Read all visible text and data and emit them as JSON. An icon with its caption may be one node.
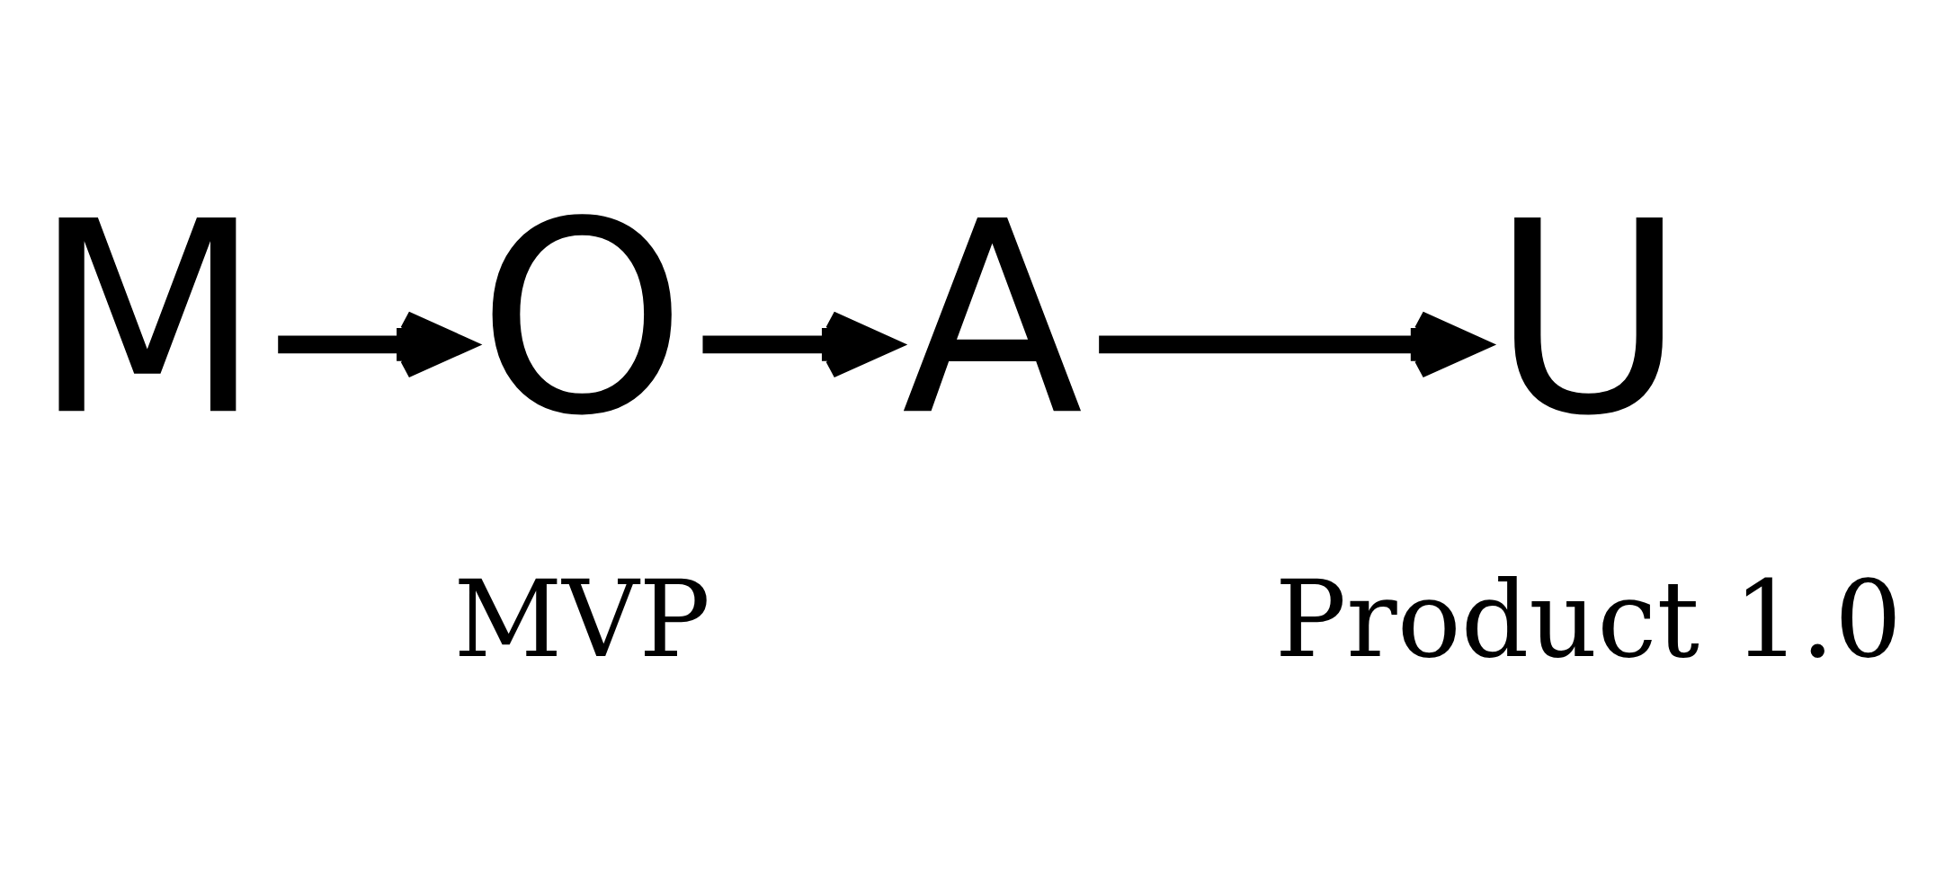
{
  "diagram": {
    "nodes": [
      {
        "text": [
          "M"
        ]
      },
      {
        "text": [
          "O"
        ]
      },
      {
        "text": [
          "A"
        ]
      },
      {
        "text": [
          "U"
        ]
      }
    ],
    "edges": [
      {
        "from": 0,
        "to": 1,
        "arrow": "to"
      },
      {
        "from": 1,
        "to": 2,
        "arrow": "to"
      },
      {
        "from": 2,
        "to": 3,
        "arrow": "to"
      }
    ],
    "labels": [
      "MVP",
      "Product 1.0"
    ]
  }
}
